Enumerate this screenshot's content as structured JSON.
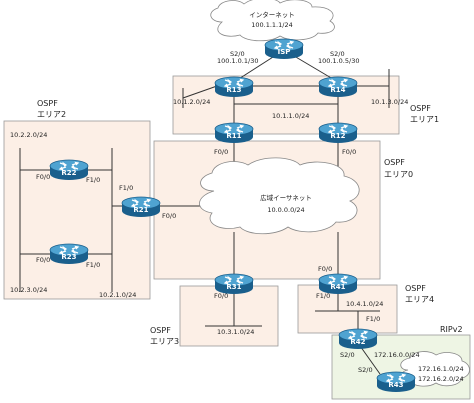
{
  "internet": {
    "name": "インターネット",
    "network": "100.1.1.1/24"
  },
  "wan": {
    "name": "広域イーサネット",
    "network": "10.0.0.0/24"
  },
  "areas": {
    "area0": {
      "line1": "OSPF",
      "line2": "エリア0"
    },
    "area1": {
      "line1": "OSPF",
      "line2": "エリア1"
    },
    "area2": {
      "line1": "OSPF",
      "line2": "エリア2"
    },
    "area3": {
      "line1": "OSPF",
      "line2": "エリア3"
    },
    "area4": {
      "line1": "OSPF",
      "line2": "エリア4"
    },
    "rip": {
      "line1": "RIPv2"
    }
  },
  "routers": {
    "isp": "ISP",
    "r13": "R13",
    "r14": "R14",
    "r11": "R11",
    "r12": "R12",
    "r21": "R21",
    "r22": "R22",
    "r23": "R23",
    "r31": "R31",
    "r41": "R41",
    "r42": "R42",
    "r43": "R43"
  },
  "interfaces": {
    "isp_left": "S2/0",
    "isp_left_net": "100.1.0.1/30",
    "isp_right": "S2/0",
    "isp_right_net": "100.1.0.5/30",
    "r11_f00": "F0/0",
    "r12_f00": "F0/0",
    "r21_f10": "F1/0",
    "r21_f00": "F0/0",
    "r22_f00": "F0/0",
    "r22_f10": "F1/0",
    "r23_f00": "F0/0",
    "r23_f10": "F1/0",
    "r31_f00": "F0/0",
    "r41_f00": "F0/0",
    "r41_f10": "F1/0",
    "r42_f10": "F1/0",
    "r42_s20": "S2/0",
    "r43_s20": "S2/0"
  },
  "networks": {
    "n10_1_2": "10.1.2.0/24",
    "n10_1_3": "10.1.3.0/24",
    "n10_1_1": "10.1.1.0/24",
    "n10_2_2": "10.2.2.0/24",
    "n10_2_3": "10.2.3.0/24",
    "n10_2_1": "10.2.1.0/24",
    "n10_3_1": "10.3.1.0/24",
    "n10_4_1": "10.4.1.0/24",
    "n172_16_0": "172.16.0.0/24",
    "n172_16_1": "172.16.1.0/24",
    "n172_16_2": "172.16.2.0/24"
  },
  "colors": {
    "router_body": "#1a5f8c",
    "router_top": "#4fa3d1",
    "area_fill": "#fcefe6",
    "area_stroke": "#999999",
    "rip_fill": "#eef5e4",
    "cloud_fill": "#ffffff"
  }
}
